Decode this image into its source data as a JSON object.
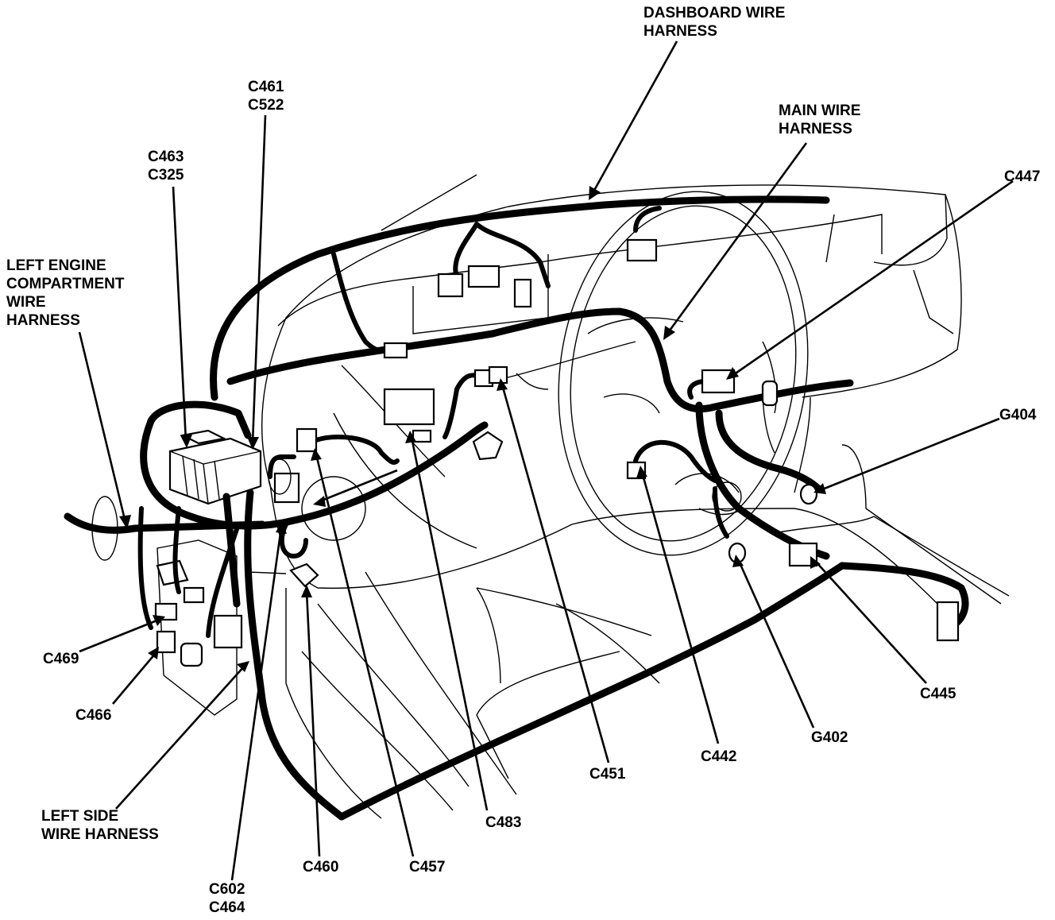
{
  "labels": {
    "dashboard_harness": "DASHBOARD WIRE\nHARNESS",
    "main_harness": "MAIN WIRE\nHARNESS",
    "left_engine_harness": "LEFT ENGINE\nCOMPARTMENT\nWIRE\nHARNESS",
    "left_side_harness": "LEFT SIDE\nWIRE HARNESS",
    "c461_c522": "C461\nC522",
    "c463_c325": "C463\nC325",
    "c447": "C447",
    "g404": "G404",
    "c469": "C469",
    "c466": "C466",
    "c445": "C445",
    "g402": "G402",
    "c442": "C442",
    "c451": "C451",
    "c483": "C483",
    "c457": "C457",
    "c460": "C460",
    "c602_c464": "C602\nC464"
  }
}
